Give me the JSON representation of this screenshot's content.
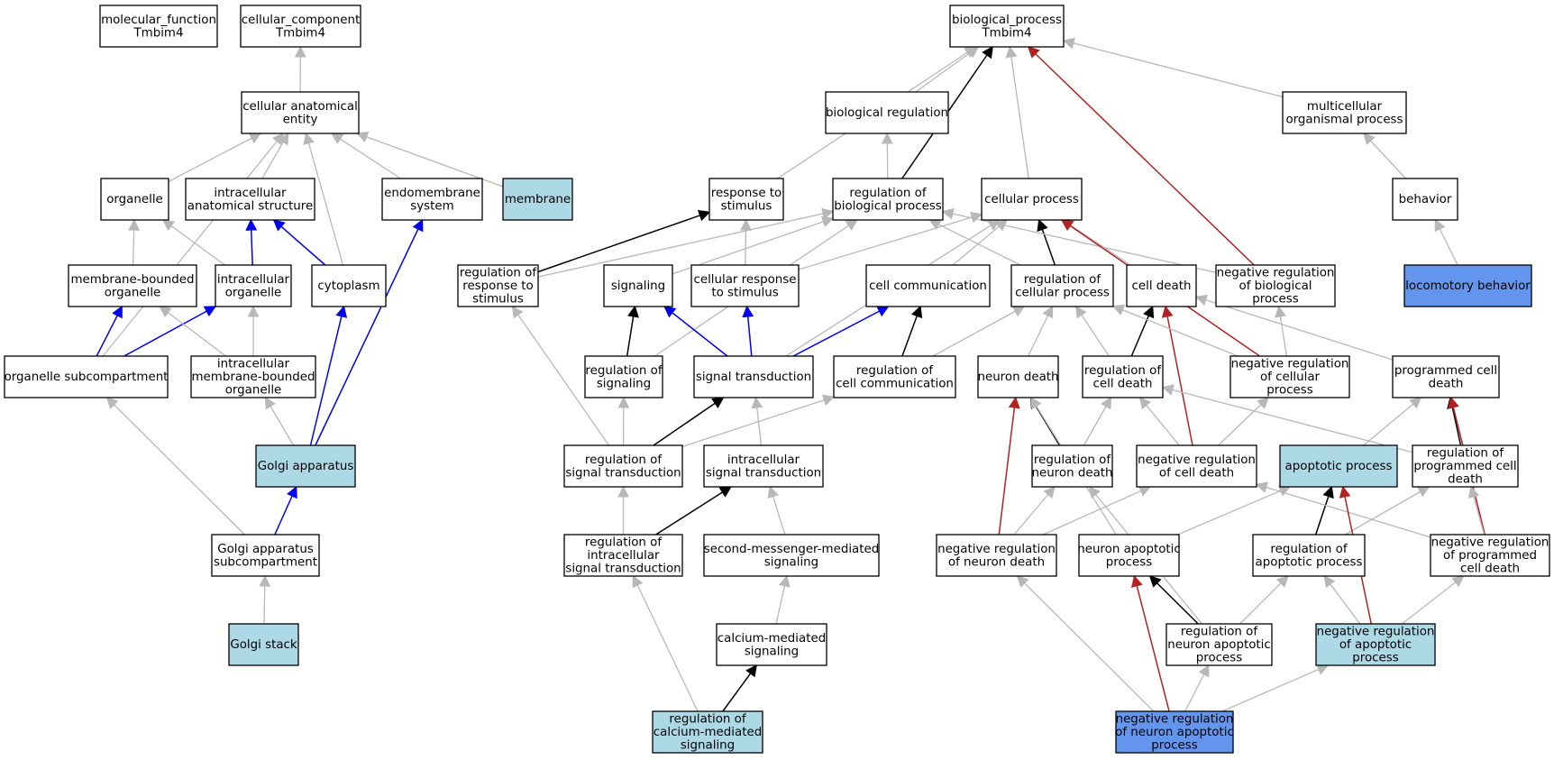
{
  "colors": {
    "is_a": "#b8b8b8",
    "part_of": "#0000ee",
    "regulates": "#000000",
    "negatively_regulates": "#b22222",
    "node_default": "#ffffff",
    "node_annotated": "#add8e6",
    "node_query": "#6495ed"
  },
  "nodes": [
    {
      "id": "mf",
      "lines": [
        "molecular_function",
        "Tmbim4"
      ],
      "fill": "#ffffff"
    },
    {
      "id": "cc",
      "lines": [
        "cellular_component",
        "Tmbim4"
      ],
      "fill": "#ffffff"
    },
    {
      "id": "bp",
      "lines": [
        "biological_process",
        "Tmbim4"
      ],
      "fill": "#ffffff"
    },
    {
      "id": "cae",
      "lines": [
        "cellular anatomical",
        "entity"
      ],
      "fill": "#ffffff"
    },
    {
      "id": "organelle",
      "lines": [
        "organelle"
      ],
      "fill": "#ffffff"
    },
    {
      "id": "ias",
      "lines": [
        "intracellular",
        "anatomical structure"
      ],
      "fill": "#ffffff"
    },
    {
      "id": "endo",
      "lines": [
        "endomembrane",
        "system"
      ],
      "fill": "#ffffff"
    },
    {
      "id": "membrane",
      "lines": [
        "membrane"
      ],
      "fill": "#add8e6"
    },
    {
      "id": "mbo",
      "lines": [
        "membrane-bounded",
        "organelle"
      ],
      "fill": "#ffffff"
    },
    {
      "id": "io",
      "lines": [
        "intracellular",
        "organelle"
      ],
      "fill": "#ffffff"
    },
    {
      "id": "cytoplasm",
      "lines": [
        "cytoplasm"
      ],
      "fill": "#ffffff"
    },
    {
      "id": "osub",
      "lines": [
        "organelle subcompartment"
      ],
      "fill": "#ffffff"
    },
    {
      "id": "imbo",
      "lines": [
        "intracellular",
        "membrane-bounded",
        "organelle"
      ],
      "fill": "#ffffff"
    },
    {
      "id": "golgi",
      "lines": [
        "Golgi apparatus"
      ],
      "fill": "#add8e6"
    },
    {
      "id": "golgisub",
      "lines": [
        "Golgi apparatus",
        "subcompartment"
      ],
      "fill": "#ffffff"
    },
    {
      "id": "golgistack",
      "lines": [
        "Golgi stack"
      ],
      "fill": "#add8e6"
    },
    {
      "id": "bioreg",
      "lines": [
        "biological regulation"
      ],
      "fill": "#ffffff"
    },
    {
      "id": "mop",
      "lines": [
        "multicellular",
        "organismal process"
      ],
      "fill": "#ffffff"
    },
    {
      "id": "rts",
      "lines": [
        "response to",
        "stimulus"
      ],
      "fill": "#ffffff"
    },
    {
      "id": "rbp",
      "lines": [
        "regulation of",
        "biological process"
      ],
      "fill": "#ffffff"
    },
    {
      "id": "cp",
      "lines": [
        "cellular process"
      ],
      "fill": "#ffffff"
    },
    {
      "id": "behavior",
      "lines": [
        "behavior"
      ],
      "fill": "#ffffff"
    },
    {
      "id": "rrts",
      "lines": [
        "regulation of",
        "response to",
        "stimulus"
      ],
      "fill": "#ffffff"
    },
    {
      "id": "signaling",
      "lines": [
        "signaling"
      ],
      "fill": "#ffffff"
    },
    {
      "id": "crs",
      "lines": [
        "cellular response",
        "to stimulus"
      ],
      "fill": "#ffffff"
    },
    {
      "id": "cellcomm",
      "lines": [
        "cell communication"
      ],
      "fill": "#ffffff"
    },
    {
      "id": "rcp",
      "lines": [
        "regulation of",
        "cellular process"
      ],
      "fill": "#ffffff"
    },
    {
      "id": "celldeath",
      "lines": [
        "cell death"
      ],
      "fill": "#ffffff"
    },
    {
      "id": "nrbp",
      "lines": [
        "negative regulation",
        "of biological",
        "process"
      ],
      "fill": "#ffffff"
    },
    {
      "id": "locomotory",
      "lines": [
        "locomotory behavior"
      ],
      "fill": "#6495ed"
    },
    {
      "id": "rsig",
      "lines": [
        "regulation of",
        "signaling"
      ],
      "fill": "#ffffff"
    },
    {
      "id": "st",
      "lines": [
        "signal transduction"
      ],
      "fill": "#ffffff"
    },
    {
      "id": "rcc",
      "lines": [
        "regulation of",
        "cell communication"
      ],
      "fill": "#ffffff"
    },
    {
      "id": "neurondeath",
      "lines": [
        "neuron death"
      ],
      "fill": "#ffffff"
    },
    {
      "id": "rcd",
      "lines": [
        "regulation of",
        "cell death"
      ],
      "fill": "#ffffff"
    },
    {
      "id": "nrcp",
      "lines": [
        "negative regulation",
        "of cellular",
        "process"
      ],
      "fill": "#ffffff"
    },
    {
      "id": "pcd",
      "lines": [
        "programmed cell",
        "death"
      ],
      "fill": "#ffffff"
    },
    {
      "id": "rst",
      "lines": [
        "regulation of",
        "signal transduction"
      ],
      "fill": "#ffffff"
    },
    {
      "id": "ist",
      "lines": [
        "intracellular",
        "signal transduction"
      ],
      "fill": "#ffffff"
    },
    {
      "id": "rnd",
      "lines": [
        "regulation of",
        "neuron death"
      ],
      "fill": "#ffffff"
    },
    {
      "id": "nrcd",
      "lines": [
        "negative regulation",
        "of cell death"
      ],
      "fill": "#ffffff"
    },
    {
      "id": "apoptotic",
      "lines": [
        "apoptotic process"
      ],
      "fill": "#add8e6"
    },
    {
      "id": "rpcd",
      "lines": [
        "regulation of",
        "programmed cell",
        "death"
      ],
      "fill": "#ffffff"
    },
    {
      "id": "rist",
      "lines": [
        "regulation of",
        "intracellular",
        "signal transduction"
      ],
      "fill": "#ffffff"
    },
    {
      "id": "smms",
      "lines": [
        "second-messenger-mediated",
        "signaling"
      ],
      "fill": "#ffffff"
    },
    {
      "id": "nrnd",
      "lines": [
        "negative regulation",
        "of neuron death"
      ],
      "fill": "#ffffff"
    },
    {
      "id": "nap",
      "lines": [
        "neuron apoptotic",
        "process"
      ],
      "fill": "#ffffff"
    },
    {
      "id": "rap",
      "lines": [
        "regulation of",
        "apoptotic process"
      ],
      "fill": "#ffffff"
    },
    {
      "id": "nrpcd",
      "lines": [
        "negative regulation",
        "of programmed",
        "cell death"
      ],
      "fill": "#ffffff"
    },
    {
      "id": "cms",
      "lines": [
        "calcium-mediated",
        "signaling"
      ],
      "fill": "#ffffff"
    },
    {
      "id": "rnap",
      "lines": [
        "regulation of",
        "neuron apoptotic",
        "process"
      ],
      "fill": "#ffffff"
    },
    {
      "id": "nrap",
      "lines": [
        "negative regulation",
        "of apoptotic",
        "process"
      ],
      "fill": "#add8e6"
    },
    {
      "id": "rcms",
      "lines": [
        "regulation of",
        "calcium-mediated",
        "signaling"
      ],
      "fill": "#add8e6"
    },
    {
      "id": "nrnap",
      "lines": [
        "negative regulation",
        "of neuron apoptotic",
        "process"
      ],
      "fill": "#6495ed"
    }
  ],
  "edges": [
    {
      "from": "cae",
      "to": "cc",
      "type": "is_a"
    },
    {
      "from": "organelle",
      "to": "cae",
      "type": "is_a"
    },
    {
      "from": "ias",
      "to": "cae",
      "type": "is_a"
    },
    {
      "from": "endo",
      "to": "cae",
      "type": "is_a"
    },
    {
      "from": "membrane",
      "to": "cae",
      "type": "is_a"
    },
    {
      "from": "cytoplasm",
      "to": "cae",
      "type": "is_a"
    },
    {
      "from": "osub",
      "to": "cae",
      "type": "is_a"
    },
    {
      "from": "mbo",
      "to": "organelle",
      "type": "is_a"
    },
    {
      "from": "io",
      "to": "organelle",
      "type": "is_a"
    },
    {
      "from": "io",
      "to": "ias",
      "type": "part_of"
    },
    {
      "from": "cytoplasm",
      "to": "ias",
      "type": "part_of"
    },
    {
      "from": "osub",
      "to": "mbo",
      "type": "part_of"
    },
    {
      "from": "osub",
      "to": "io",
      "type": "part_of"
    },
    {
      "from": "imbo",
      "to": "mbo",
      "type": "is_a"
    },
    {
      "from": "imbo",
      "to": "io",
      "type": "is_a"
    },
    {
      "from": "golgi",
      "to": "imbo",
      "type": "is_a"
    },
    {
      "from": "golgi",
      "to": "cytoplasm",
      "type": "part_of"
    },
    {
      "from": "golgi",
      "to": "endo",
      "type": "part_of"
    },
    {
      "from": "golgisub",
      "to": "osub",
      "type": "is_a"
    },
    {
      "from": "golgisub",
      "to": "golgi",
      "type": "part_of"
    },
    {
      "from": "golgistack",
      "to": "golgisub",
      "type": "is_a"
    },
    {
      "from": "bioreg",
      "to": "bp",
      "type": "is_a"
    },
    {
      "from": "mop",
      "to": "bp",
      "type": "is_a"
    },
    {
      "from": "rts",
      "to": "bp",
      "type": "is_a"
    },
    {
      "from": "cp",
      "to": "bp",
      "type": "is_a"
    },
    {
      "from": "rbp",
      "to": "bp",
      "type": "regulates"
    },
    {
      "from": "nrbp",
      "to": "bp",
      "type": "negatively_regulates"
    },
    {
      "from": "rbp",
      "to": "bioreg",
      "type": "is_a"
    },
    {
      "from": "behavior",
      "to": "mop",
      "type": "is_a"
    },
    {
      "from": "locomotory",
      "to": "behavior",
      "type": "is_a"
    },
    {
      "from": "rrts",
      "to": "rts",
      "type": "regulates"
    },
    {
      "from": "rrts",
      "to": "rbp",
      "type": "is_a"
    },
    {
      "from": "crs",
      "to": "rts",
      "type": "is_a"
    },
    {
      "from": "signaling",
      "to": "rbp",
      "type": "is_a"
    },
    {
      "from": "crs",
      "to": "cp",
      "type": "is_a"
    },
    {
      "from": "cellcomm",
      "to": "cp",
      "type": "is_a"
    },
    {
      "from": "rcp",
      "to": "cp",
      "type": "regulates"
    },
    {
      "from": "rcp",
      "to": "rbp",
      "type": "is_a"
    },
    {
      "from": "celldeath",
      "to": "cp",
      "type": "is_a"
    },
    {
      "from": "nrbp",
      "to": "rbp",
      "type": "is_a"
    },
    {
      "from": "nrcp",
      "to": "cp",
      "type": "negatively_regulates"
    },
    {
      "from": "rsig",
      "to": "signaling",
      "type": "regulates"
    },
    {
      "from": "rsig",
      "to": "rbp",
      "type": "is_a"
    },
    {
      "from": "st",
      "to": "signaling",
      "type": "part_of"
    },
    {
      "from": "st",
      "to": "crs",
      "type": "part_of"
    },
    {
      "from": "st",
      "to": "cellcomm",
      "type": "part_of"
    },
    {
      "from": "st",
      "to": "cp",
      "type": "is_a"
    },
    {
      "from": "rcc",
      "to": "cellcomm",
      "type": "regulates"
    },
    {
      "from": "rcc",
      "to": "rcp",
      "type": "is_a"
    },
    {
      "from": "rcd",
      "to": "celldeath",
      "type": "regulates"
    },
    {
      "from": "nrcd",
      "to": "celldeath",
      "type": "negatively_regulates"
    },
    {
      "from": "neurondeath",
      "to": "rcp",
      "type": "is_a"
    },
    {
      "from": "rcd",
      "to": "rcp",
      "type": "is_a"
    },
    {
      "from": "nrcp",
      "to": "rcp",
      "type": "is_a"
    },
    {
      "from": "nrcp",
      "to": "nrbp",
      "type": "is_a"
    },
    {
      "from": "pcd",
      "to": "celldeath",
      "type": "is_a"
    },
    {
      "from": "rst",
      "to": "st",
      "type": "regulates"
    },
    {
      "from": "rst",
      "to": "rsig",
      "type": "is_a"
    },
    {
      "from": "rst",
      "to": "rcc",
      "type": "is_a"
    },
    {
      "from": "rst",
      "to": "rrts",
      "type": "is_a"
    },
    {
      "from": "ist",
      "to": "st",
      "type": "is_a"
    },
    {
      "from": "rnd",
      "to": "neurondeath",
      "type": "regulates"
    },
    {
      "from": "rnd",
      "to": "rcd",
      "type": "is_a"
    },
    {
      "from": "nrcd",
      "to": "rcd",
      "type": "is_a"
    },
    {
      "from": "nrcd",
      "to": "nrcp",
      "type": "is_a"
    },
    {
      "from": "rpcd",
      "to": "rcd",
      "type": "is_a"
    },
    {
      "from": "rpcd",
      "to": "pcd",
      "type": "regulates"
    },
    {
      "from": "apoptotic",
      "to": "pcd",
      "type": "is_a"
    },
    {
      "from": "rist",
      "to": "ist",
      "type": "regulates"
    },
    {
      "from": "rist",
      "to": "rst",
      "type": "is_a"
    },
    {
      "from": "smms",
      "to": "ist",
      "type": "is_a"
    },
    {
      "from": "nrnd",
      "to": "neurondeath",
      "type": "negatively_regulates"
    },
    {
      "from": "nrnd",
      "to": "rnd",
      "type": "is_a"
    },
    {
      "from": "nrnd",
      "to": "nrcd",
      "type": "is_a"
    },
    {
      "from": "nap",
      "to": "neurondeath",
      "type": "is_a"
    },
    {
      "from": "nap",
      "to": "apoptotic",
      "type": "is_a"
    },
    {
      "from": "rap",
      "to": "apoptotic",
      "type": "regulates"
    },
    {
      "from": "rap",
      "to": "rpcd",
      "type": "is_a"
    },
    {
      "from": "nrpcd",
      "to": "pcd",
      "type": "negatively_regulates"
    },
    {
      "from": "nrpcd",
      "to": "rpcd",
      "type": "is_a"
    },
    {
      "from": "nrpcd",
      "to": "nrcd",
      "type": "is_a"
    },
    {
      "from": "cms",
      "to": "smms",
      "type": "is_a"
    },
    {
      "from": "rcms",
      "to": "cms",
      "type": "regulates"
    },
    {
      "from": "rcms",
      "to": "rist",
      "type": "is_a"
    },
    {
      "from": "rnap",
      "to": "nap",
      "type": "regulates"
    },
    {
      "from": "rnap",
      "to": "rnd",
      "type": "is_a"
    },
    {
      "from": "rnap",
      "to": "rap",
      "type": "is_a"
    },
    {
      "from": "nrap",
      "to": "apoptotic",
      "type": "negatively_regulates"
    },
    {
      "from": "nrap",
      "to": "rap",
      "type": "is_a"
    },
    {
      "from": "nrap",
      "to": "nrpcd",
      "type": "is_a"
    },
    {
      "from": "nrnap",
      "to": "nap",
      "type": "negatively_regulates"
    },
    {
      "from": "nrnap",
      "to": "rnap",
      "type": "is_a"
    },
    {
      "from": "nrnap",
      "to": "nrnd",
      "type": "is_a"
    },
    {
      "from": "nrnap",
      "to": "nrap",
      "type": "is_a"
    }
  ]
}
